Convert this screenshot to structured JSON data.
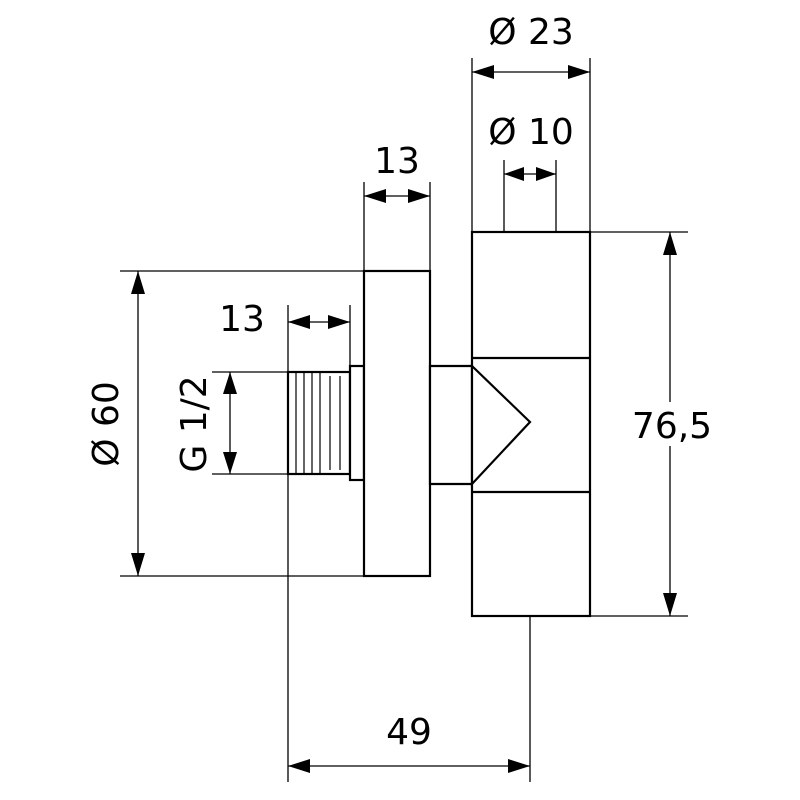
{
  "dimensions": {
    "outer_diameter_top": "Ø 23",
    "inner_diameter_top": "Ø 10",
    "flange_thickness": "13",
    "thread_length": "13",
    "thread_size": "G 1/2",
    "flange_diameter": "Ø 60",
    "body_height": "76,5",
    "depth": "49"
  }
}
